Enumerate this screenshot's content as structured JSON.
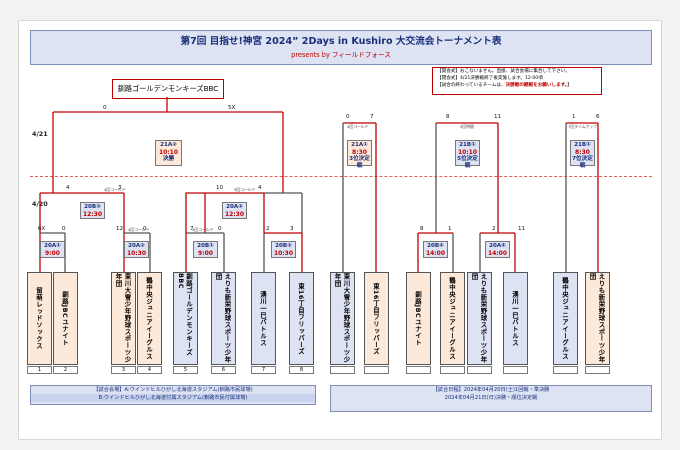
{
  "title": "第7回  目指せ!神宮 2024” 2Days in Kushiro 大交流会トーナメント表",
  "subtitle": "presents  by  フィールドフォース",
  "notes": {
    "line1": "【開会式】おこないません。直接、試合会場に集合して下さい。",
    "line2": "【閉会式】4/21決勝戦終了後実施します。12:00頃",
    "line3_prefix": "【試合の終わっているチームは、",
    "line3_highlight": "決勝戦の観戦をお願いします。",
    "line3_suffix": "】"
  },
  "seed_team": "釧路ゴールデンモンキーズBBC",
  "dates": {
    "d1": "4/21",
    "d2": "4/20"
  },
  "matches": [
    {
      "id": "21A②",
      "time": "10:10",
      "note": "決勝"
    },
    {
      "id": "21A①",
      "time": "8:30",
      "note": "3位決定戦"
    },
    {
      "id": "21B①",
      "time": "10:10",
      "note": "5位決定戦"
    },
    {
      "id": "21B①",
      "time": "8:30",
      "note": "7位決定戦"
    },
    {
      "id": "20B③",
      "time": "12:30"
    },
    {
      "id": "20A③",
      "time": "12:30"
    },
    {
      "id": "20A①",
      "time": "9:00"
    },
    {
      "id": "20A②",
      "time": "10:30"
    },
    {
      "id": "20B①",
      "time": "9:00"
    },
    {
      "id": "20B②",
      "time": "10:30"
    },
    {
      "id": "20B④",
      "time": "14:00"
    },
    {
      "id": "20A④",
      "time": "14:00"
    }
  ],
  "tags": {
    "t1": "4回コールド",
    "t2": "5回時間",
    "t3": "4回コールド",
    "t4": "5回コールド",
    "t5": "4回コールド",
    "t6": "4回コールド",
    "t7": "5回タイムアップ",
    "t8": "7回タイムアップ"
  },
  "scores": {
    "final_l": "0",
    "final_r": "5X",
    "semi1_l": "4",
    "semi1_r": "3",
    "semi2_l": "10",
    "semi2_r": "4",
    "r1a_l": "6X",
    "r1a_r": "0",
    "r1b_l": "12",
    "r1b_r": "0",
    "r1c_l": "7",
    "r1c_r": "0",
    "r1d_l": "2",
    "r1d_r": "3",
    "p3_l": "0",
    "p3_r": "7",
    "p5_l": "8",
    "p5_r": "11",
    "p7_l": "1",
    "p7_r": "6",
    "c5a_l": "8",
    "c5a_r": "1",
    "c5b_l": "2",
    "c5b_r": "11"
  },
  "teams": [
    {
      "name": "留萌レッドソックス",
      "num": "1",
      "color": "o"
    },
    {
      "name": "釧路JBCユナイト",
      "num": "2",
      "color": "o"
    },
    {
      "name": "東川大雪少年野球スポーツ少年団",
      "num": "3",
      "color": "o"
    },
    {
      "name": "鶴中央ジュニアイーグルス",
      "num": "4",
      "color": "o"
    },
    {
      "name": "釧路ゴールデンモンキーズBBC",
      "num": "5",
      "color": "b"
    },
    {
      "name": "えりも新栄野球スポーツ少年団",
      "num": "6",
      "color": "b"
    },
    {
      "name": "湧川一巳バトルス",
      "num": "7",
      "color": "b"
    },
    {
      "name": "東16丁目フリッパーズ",
      "num": "8",
      "color": "b"
    },
    {
      "name": "東川大雪少年野球スポーツ少年団",
      "num": "",
      "color": "b"
    },
    {
      "name": "東16丁目フリッパーズ",
      "num": "",
      "color": "o"
    },
    {
      "name": "釧路JBCユナイト",
      "num": "",
      "color": "o"
    },
    {
      "name": "鶴中央ジュニアイーグルス",
      "num": "",
      "color": "o"
    },
    {
      "name": "えりも新栄野球スポーツ少年団",
      "num": "",
      "color": "b"
    },
    {
      "name": "湧川一巳バトルス",
      "num": "",
      "color": "b"
    },
    {
      "name": "鶴中央ジュニアイーグルス",
      "num": "",
      "color": "b"
    },
    {
      "name": "えりも新栄野球スポーツ少年団",
      "num": "",
      "color": "o"
    }
  ],
  "venue": {
    "a": "【試合会場】A:ウインドヒルひがし北海道スタジアム(釧路市民球場)",
    "b": "B:ウインドヒルひがし北海道付属スタジアム(釧路市民付属球場)"
  },
  "schedule": {
    "l1": "【試合日程】2024年04月20日(土)1回戦・準決勝",
    "l2": "2024年04月21日(日)決勝・順位決定戦"
  }
}
